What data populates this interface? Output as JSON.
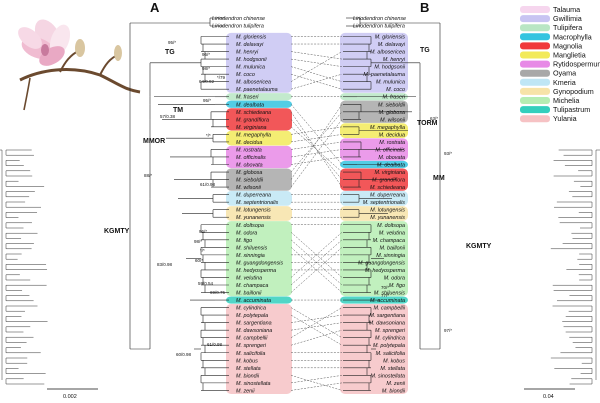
{
  "panels": {
    "left": "A",
    "right": "B"
  },
  "outgroups": [
    "Liriodendron chinense",
    "Liriodendron tulipifera"
  ],
  "left_taxa": [
    "M. gloriensis",
    "M. delavayi",
    "M. henryi",
    "M. hodgsonii",
    "M. mulunica",
    "M. coco",
    "M. albosericea",
    "M. paenetalauma",
    "M. fraseri",
    "M. dealbata",
    "M. schiedeana",
    "M. grandiflora",
    "M. virginiana",
    "M. megaphylla",
    "M. decidua",
    "M. rostrata",
    "M. officinalis",
    "M. obovata",
    "M. globosa",
    "M. sieboldii",
    "M. wilsonii",
    "M. duperreana",
    "M. septentrionalis",
    "M. lotungensis",
    "M. yunanensis",
    "M. doltsopa",
    "M. odora",
    "M. figo",
    "M. shiluensis",
    "M. xinningia",
    "M. guangdongensis",
    "M. hedyosperma",
    "M. velutina",
    "M. champaca",
    "M. baillonii",
    "M. accuminata",
    "M. cylindrica",
    "M. polytepala",
    "M. sargentiana",
    "M. dawsoniana",
    "M. campbellii",
    "M. sprengeri",
    "M. salicifolia",
    "M. kobus",
    "M. stellata",
    "M. biondii",
    "M. sinostellata",
    "M. zenii"
  ],
  "right_taxa": [
    "M. gloriensis",
    "M. delavayi",
    "M. albosericea",
    "M. henryi",
    "M. hodgsonii",
    "M. paenetalauma",
    "M. mulunica",
    "M. coco",
    "M. fraseri",
    "M. sieboldii",
    "M. globosa",
    "M. wilsonii",
    "M. megaphylla",
    "M. decidua",
    "M. rostrata",
    "M. officinalis",
    "M. obovata",
    "M. dealbata",
    "M. virginiana",
    "M. grandiflora",
    "M. schiedeana",
    "M. duperreana",
    "M. septentrionalis",
    "M. lotungensis",
    "M. yunanensis",
    "M. doltsopa",
    "M. velutina",
    "M. champaca",
    "M. baillonii",
    "M. xinningia",
    "M. guangdongensis",
    "M. hedyosperma",
    "M. odora",
    "M. figo",
    "M. shiluensis",
    "M. accuminata",
    "M. campbellii",
    "M. sargentiana",
    "M. dawsoniana",
    "M. sprengeri",
    "M. cylindrica",
    "M. polytepala",
    "M. salicifolia",
    "M. kobus",
    "M. stellata",
    "M. sinostellata",
    "M. zenii",
    "M. biondii"
  ],
  "clades_left": [
    "TG",
    "TM",
    "MMOR",
    "KGMTY"
  ],
  "clades_right": [
    "TG",
    "TORM",
    "MM",
    "KGMTY"
  ],
  "support_labels": [
    "95/*",
    "96/*",
    "98/*",
    "*/79",
    "64/0.92",
    "95/*",
    "57/0.38",
    "*/*",
    "61/0.98",
    "88/*",
    "96/*",
    "98/*",
    "*/*",
    "60/*",
    "59/0.54",
    "69/0.75",
    "83/0.98",
    "61/0.98",
    "60/0.98",
    "70/*",
    "77/*",
    "93/*",
    "97/*",
    "63/*"
  ],
  "scales": {
    "left": "0.002",
    "right": "0.04"
  },
  "legend": [
    {
      "label": "Talauma",
      "color": "#f6d6ee"
    },
    {
      "label": "Gwillimia",
      "color": "#c8c4f2"
    },
    {
      "label": "Tulipifera",
      "color": "#b9e6c4"
    },
    {
      "label": "Macrophylla",
      "color": "#34c4e0"
    },
    {
      "label": "Magnolia",
      "color": "#f0393c"
    },
    {
      "label": "Manglietia",
      "color": "#f2ea5a"
    },
    {
      "label": "Rytidospermum",
      "color": "#e78ae6"
    },
    {
      "label": "Oyama",
      "color": "#a8a8a8"
    },
    {
      "label": "Kmeria",
      "color": "#bfe6f5"
    },
    {
      "label": "Gynopodium",
      "color": "#f7e3a8"
    },
    {
      "label": "Michelia",
      "color": "#b6edb3"
    },
    {
      "label": "Tulipastrum",
      "color": "#33cfbd"
    },
    {
      "label": "Yulania",
      "color": "#f6c2c4"
    }
  ],
  "left_groups": [
    {
      "from": 0,
      "to": 7,
      "color": "#c8c4f2"
    },
    {
      "from": 8,
      "to": 8,
      "color": "#b9e6c4"
    },
    {
      "from": 9,
      "to": 9,
      "color": "#34c4e0"
    },
    {
      "from": 10,
      "to": 12,
      "color": "#f0393c"
    },
    {
      "from": 13,
      "to": 14,
      "color": "#f2ea5a"
    },
    {
      "from": 15,
      "to": 17,
      "color": "#e78ae6"
    },
    {
      "from": 18,
      "to": 20,
      "color": "#a8a8a8"
    },
    {
      "from": 21,
      "to": 22,
      "color": "#bfe6f5"
    },
    {
      "from": 23,
      "to": 24,
      "color": "#f7e3a8"
    },
    {
      "from": 25,
      "to": 34,
      "color": "#b6edb3"
    },
    {
      "from": 35,
      "to": 35,
      "color": "#33cfbd"
    },
    {
      "from": 36,
      "to": 47,
      "color": "#f6c2c4"
    }
  ],
  "right_groups": [
    {
      "from": 0,
      "to": 7,
      "color": "#c8c4f2"
    },
    {
      "from": 8,
      "to": 8,
      "color": "#b9e6c4"
    },
    {
      "from": 9,
      "to": 11,
      "color": "#a8a8a8"
    },
    {
      "from": 12,
      "to": 13,
      "color": "#f2ea5a"
    },
    {
      "from": 14,
      "to": 16,
      "color": "#e78ae6"
    },
    {
      "from": 17,
      "to": 17,
      "color": "#34c4e0"
    },
    {
      "from": 18,
      "to": 20,
      "color": "#f0393c"
    },
    {
      "from": 21,
      "to": 22,
      "color": "#bfe6f5"
    },
    {
      "from": 23,
      "to": 24,
      "color": "#f7e3a8"
    },
    {
      "from": 25,
      "to": 34,
      "color": "#b6edb3"
    },
    {
      "from": 35,
      "to": 35,
      "color": "#33cfbd"
    },
    {
      "from": 36,
      "to": 47,
      "color": "#f6c2c4"
    }
  ]
}
